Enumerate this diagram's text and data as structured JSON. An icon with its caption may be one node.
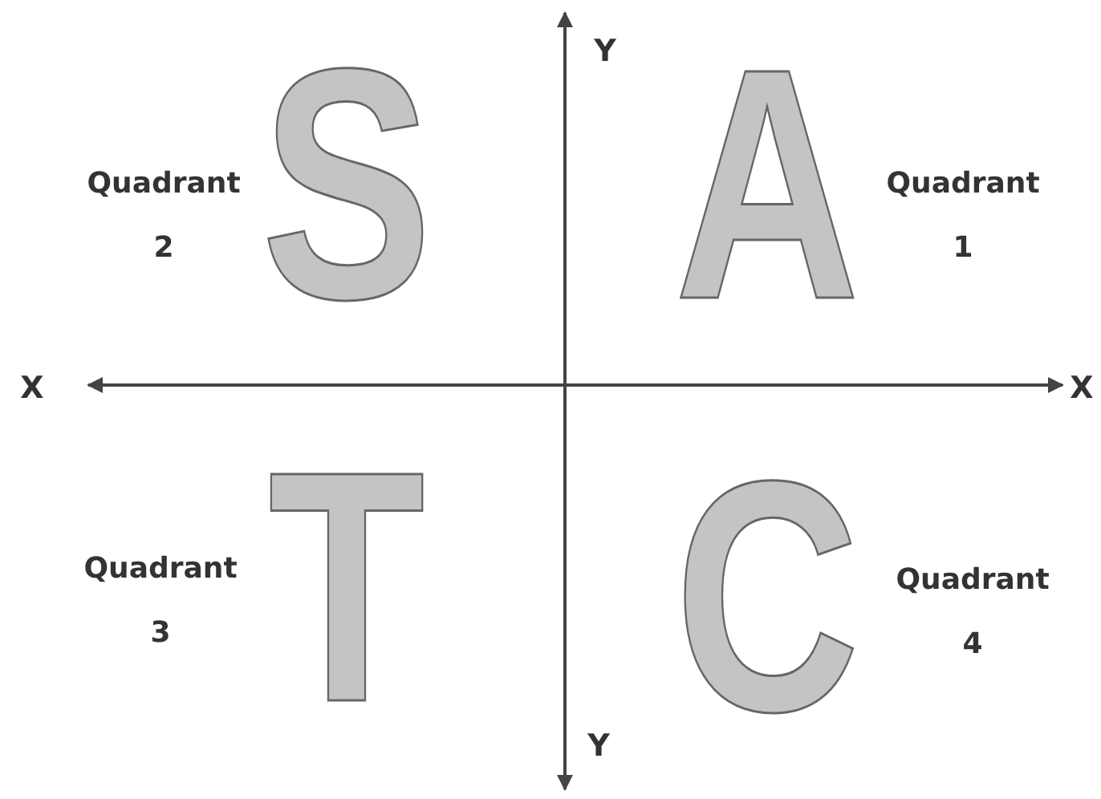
{
  "diagram": {
    "labels": [
      "Y",
      "S",
      "A",
      "Quadrant 2",
      "Quadrant 1",
      "X",
      "X",
      "T",
      "C",
      "Quadrant 3",
      "Quadrant 4",
      "Y"
    ]
  }
}
